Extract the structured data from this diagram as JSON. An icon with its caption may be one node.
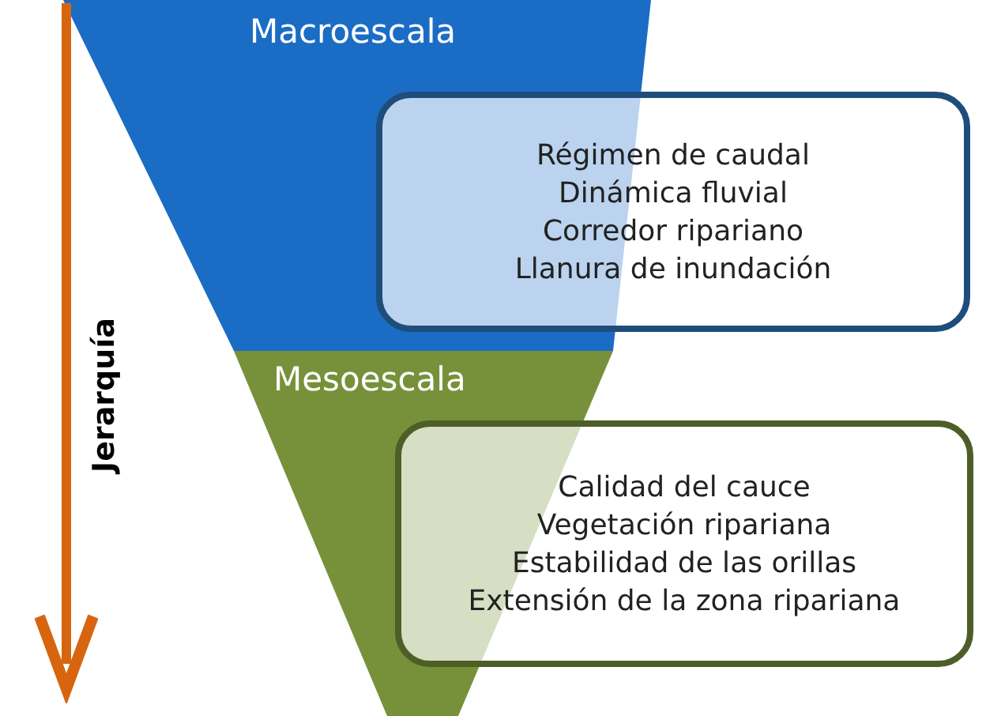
{
  "diagram": {
    "nodes": [
      {
        "text": [
          "Macroescala"
        ]
      },
      {
        "text": [
          "Mesoescala"
        ]
      },
      {
        "text": [
          "Régimen de caudal",
          "Dinámica fluvial",
          "Corredor ripariano",
          "Llanura de inundación"
        ]
      },
      {
        "text": [
          "Calidad del cauce",
          "Vegetación ripariana",
          "Estabilidad de las orillas",
          "Extensión de la zona ripariana"
        ]
      }
    ],
    "labels": [
      "Jerarquía"
    ]
  }
}
